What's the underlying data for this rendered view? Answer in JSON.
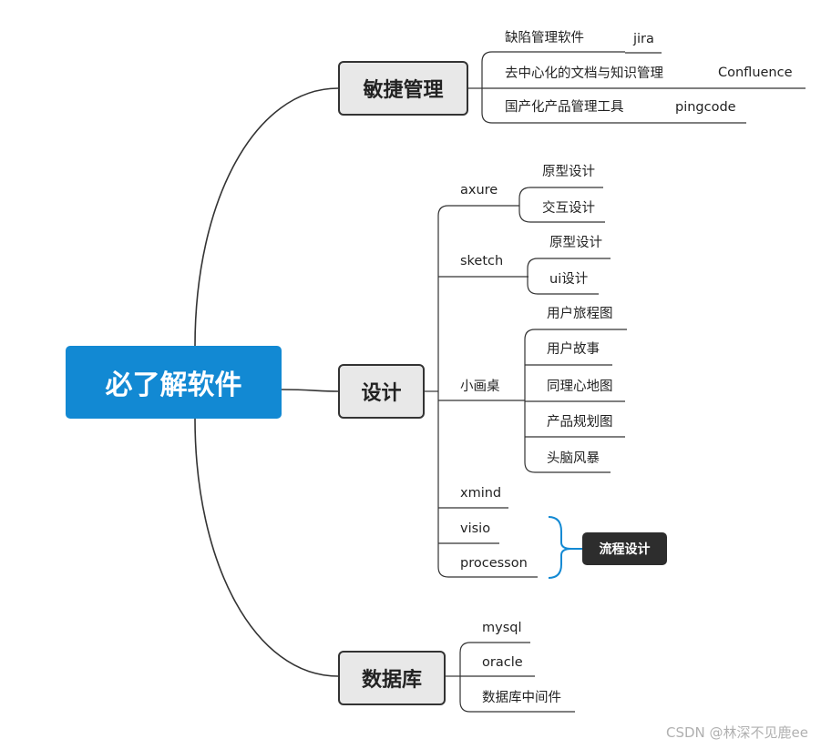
{
  "root": "必了解软件",
  "branches": {
    "agile": {
      "title": "敏捷管理",
      "items": [
        {
          "label": "缺陷管理软件",
          "tool": "jira"
        },
        {
          "label": "去中心化的文档与知识管理",
          "tool": "Confluence"
        },
        {
          "label": "国产化产品管理工具",
          "tool": "pingcode"
        }
      ]
    },
    "design": {
      "title": "设计",
      "tools": {
        "axure": {
          "name": "axure",
          "subs": [
            "原型设计",
            "交互设计"
          ]
        },
        "sketch": {
          "name": "sketch",
          "subs": [
            "原型设计",
            "ui设计"
          ]
        },
        "xiaohuazhuo": {
          "name": "小画桌",
          "subs": [
            "用户旅程图",
            "用户故事",
            "同理心地图",
            "产品规划图",
            "头脑风暴"
          ]
        },
        "xmind": {
          "name": "xmind"
        },
        "visio": {
          "name": "visio"
        },
        "processon": {
          "name": "processon"
        }
      },
      "callout": "流程设计"
    },
    "database": {
      "title": "数据库",
      "items": [
        "mysql",
        "oracle",
        "数据库中间件"
      ]
    }
  },
  "watermark": "CSDN @林深不见鹿ee",
  "colors": {
    "root": "#1289d3",
    "main_node_fill": "#e8e8e8",
    "line": "#333333",
    "callout": "#2d2d2d",
    "brace": "#1289d3"
  }
}
